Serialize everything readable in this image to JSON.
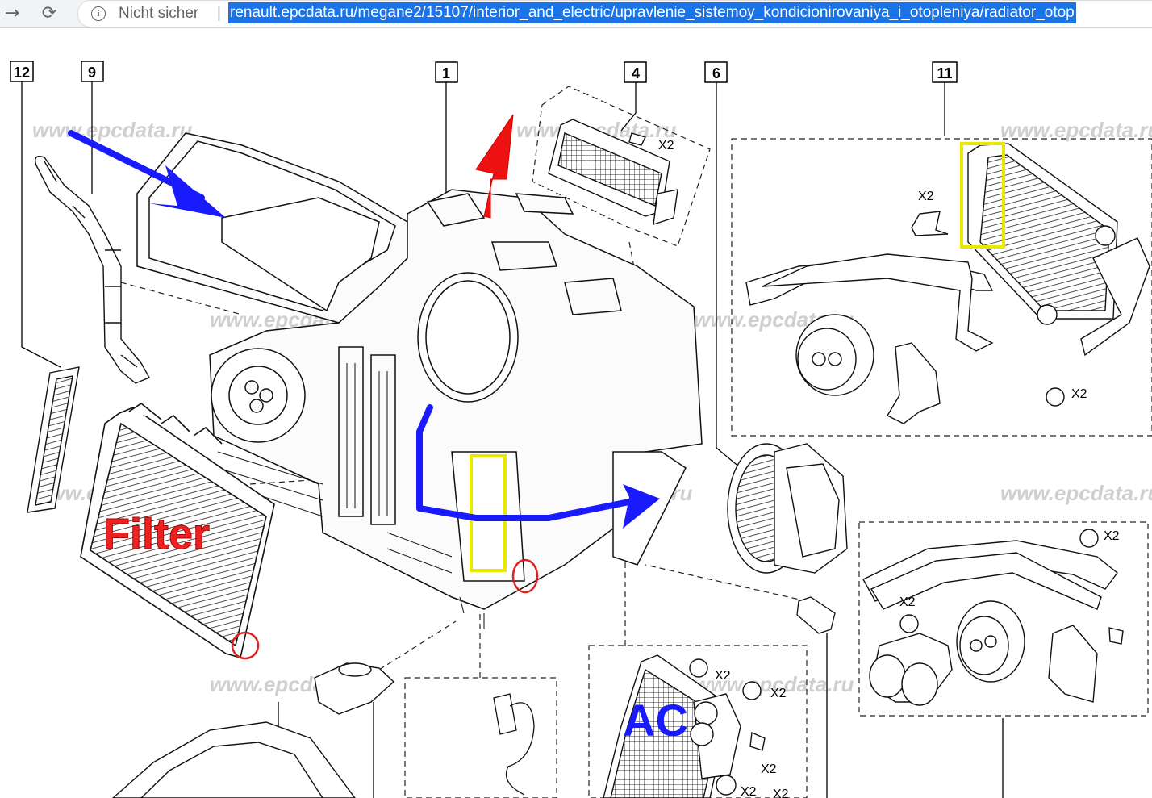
{
  "browser": {
    "back_icon": "arrow-right-icon",
    "reload_icon": "reload-icon",
    "security_label": "Nicht sicher",
    "separator": "|",
    "url": "renault.epcdata.ru/megane2/15107/interior_and_electric/upravlenie_sistemoy_kondicionirovaniya_i_otopleniya/radiator_otop"
  },
  "diagram": {
    "callouts": [
      "12",
      "9",
      "1",
      "4",
      "6",
      "11"
    ],
    "watermark": "www.epcdata.ru",
    "qty_labels": [
      "X2",
      "X2",
      "X2",
      "X2",
      "X2",
      "X2",
      "X2",
      "X2",
      "X2",
      "X2"
    ],
    "annotations": {
      "filter": "Filter",
      "ac": "AC"
    },
    "colors": {
      "blue_arrow": "#1a1aff",
      "red_arrow": "#ee1111",
      "yellow_box": "#e8e800",
      "red_circle": "#dd2222",
      "filter_text": "#ee2222",
      "ac_text": "#1a1aff"
    }
  }
}
